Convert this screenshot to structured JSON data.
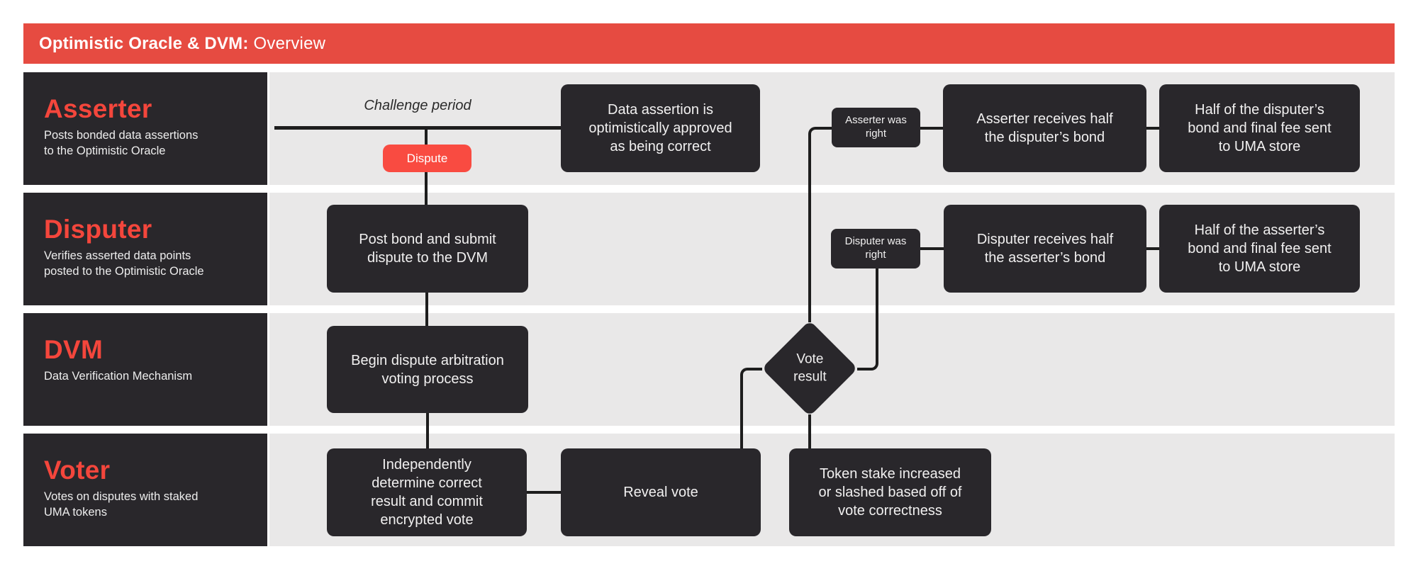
{
  "banner": {
    "title_bold": "Optimistic Oracle & DVM:",
    "title_regular": "Overview"
  },
  "colors": {
    "banner_red": "#e64b41",
    "button_red": "#f94b41",
    "accent_red": "#f4463c",
    "dark_box": "#29272b",
    "lane_gray": "#e9e8e8",
    "line_dark": "#1d1d1d",
    "text_light": "#f1f0f0",
    "text_dark": "#2b2b2b",
    "background": "#ffffff"
  },
  "lanes": [
    {
      "title": "Asserter",
      "description": "Posts bonded data assertions\nto the Optimistic Oracle"
    },
    {
      "title": "Disputer",
      "description": "Verifies asserted data points\nposted to the Optimistic Oracle"
    },
    {
      "title": "DVM",
      "description": "Data Verification Mechanism"
    },
    {
      "title": "Voter",
      "description": "Votes on disputes with staked\nUMA tokens"
    }
  ],
  "flow": {
    "challenge_period_label": "Challenge period",
    "dispute_button": "Dispute",
    "assertion_approved": "Data assertion is\noptimistically approved\nas being correct",
    "asserter_was_right": "Asserter was\nright",
    "asserter_receives": "Asserter receives half\nthe disputer’s bond",
    "disputer_bond_to_store": "Half of the disputer’s\nbond and final fee sent\nto UMA store",
    "post_bond": "Post bond and submit\ndispute to the DVM",
    "disputer_was_right": "Disputer was\nright",
    "disputer_receives": "Disputer receives half\nthe asserter’s bond",
    "asserter_bond_to_store": "Half of the asserter’s\nbond and final fee sent\nto UMA store",
    "begin_arbitration": "Begin dispute arbitration\nvoting process",
    "vote_result": "Vote\nresult",
    "independent_vote": "Independently\ndetermine correct\nresult and commit\nencrypted vote",
    "reveal_vote": "Reveal vote",
    "token_stake": "Token stake increased\nor slashed based off of\nvote correctness"
  }
}
